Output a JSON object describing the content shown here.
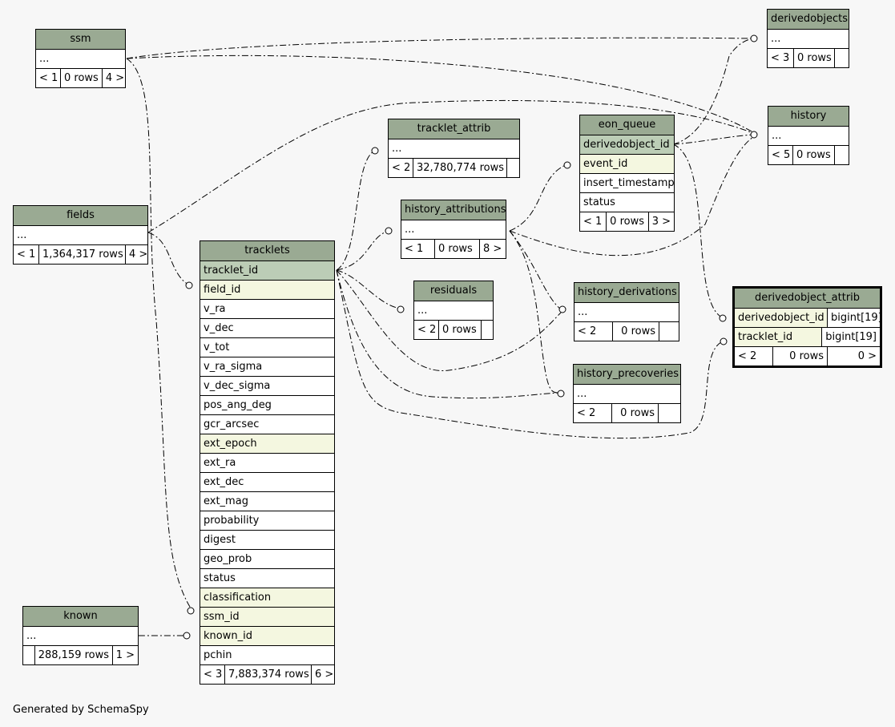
{
  "tables": {
    "ssm": {
      "name": "ssm",
      "body": "...",
      "footer": [
        "< 1",
        "0 rows",
        "4 >"
      ]
    },
    "fields": {
      "name": "fields",
      "body": "...",
      "footer": [
        "< 1",
        "1,364,317 rows",
        "4 >"
      ]
    },
    "known": {
      "name": "known",
      "body": "...",
      "footer": [
        "",
        "288,159 rows",
        "1 >"
      ]
    },
    "tracklets": {
      "name": "tracklets",
      "columns": [
        "tracklet_id",
        "field_id",
        "v_ra",
        "v_dec",
        "v_tot",
        "v_ra_sigma",
        "v_dec_sigma",
        "pos_ang_deg",
        "gcr_arcsec",
        "ext_epoch",
        "ext_ra",
        "ext_dec",
        "ext_mag",
        "probability",
        "digest",
        "geo_prob",
        "status",
        "classification",
        "ssm_id",
        "known_id",
        "pchin"
      ],
      "footer": [
        "< 3",
        "7,883,374 rows",
        "6 >"
      ]
    },
    "tracklet_attrib": {
      "name": "tracklet_attrib",
      "body": "...",
      "footer": [
        "< 2",
        "32,780,774 rows",
        ""
      ]
    },
    "history_attributions": {
      "name": "history_attributions",
      "body": "...",
      "footer": [
        "< 1",
        "0 rows",
        "8 >"
      ]
    },
    "residuals": {
      "name": "residuals",
      "body": "...",
      "footer": [
        "< 2",
        "0 rows",
        ""
      ]
    },
    "eon_queue": {
      "name": "eon_queue",
      "columns": [
        "derivedobject_id",
        "event_id",
        "insert_timestamp",
        "status"
      ],
      "footer": [
        "< 1",
        "0 rows",
        "3 >"
      ]
    },
    "derivedobjects": {
      "name": "derivedobjects",
      "body": "...",
      "footer": [
        "< 3",
        "0 rows",
        ""
      ]
    },
    "history": {
      "name": "history",
      "body": "...",
      "footer": [
        "< 5",
        "0 rows",
        ""
      ]
    },
    "history_derivations": {
      "name": "history_derivations",
      "body": "...",
      "footer": [
        "< 2",
        "0 rows",
        ""
      ]
    },
    "history_precoveries": {
      "name": "history_precoveries",
      "body": "...",
      "footer": [
        "< 2",
        "0 rows",
        ""
      ]
    },
    "derivedobject_attrib": {
      "name": "derivedobject_attrib",
      "columns": [
        {
          "name": "derivedobject_id",
          "type": "bigint[19]"
        },
        {
          "name": "tracklet_id",
          "type": "bigint[19]"
        }
      ],
      "footer": [
        "< 2",
        "0 rows",
        "0 >"
      ]
    }
  },
  "colors": {
    "header": "#9aaa93",
    "primary_key": "#bccdb6",
    "foreign_key": "#f4f7e0",
    "background": "#f7f7f7"
  },
  "footer_text": "Generated by SchemaSpy"
}
